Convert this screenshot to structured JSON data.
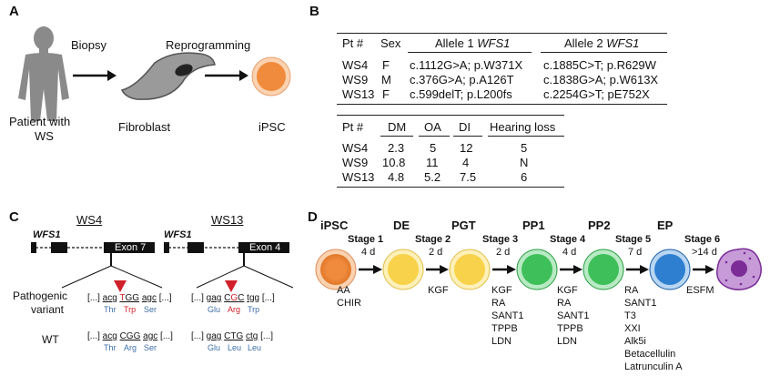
{
  "panel_a": {
    "label": "A",
    "patient_label": "Patient with",
    "patient_label_2": "WS",
    "biopsy": "Biopsy",
    "fibroblast": "Fibroblast",
    "reprogramming": "Reprogramming",
    "ipsc": "iPSC"
  },
  "panel_b": {
    "label": "B",
    "table1": {
      "headers": [
        "Pt #",
        "Sex",
        "Allele 1 ",
        "Allele 2 "
      ],
      "gene": "WFS1",
      "rows": [
        [
          "WS4",
          "F",
          "c.1112G>A; p.W371X",
          "c.1885C>T; p.R629W"
        ],
        [
          "WS9",
          "M",
          "c.376G>A; p.A126T",
          "c.1838G>A; p.W613X"
        ],
        [
          "WS13",
          "F",
          "c.599delT; p.L200fs",
          "c.2254G>T; pE752X"
        ]
      ]
    },
    "table2": {
      "headers": [
        "Pt #",
        "DM",
        "OA",
        "DI",
        "Hearing loss"
      ],
      "rows": [
        [
          "WS4",
          "2.3",
          "5",
          "12",
          "5"
        ],
        [
          "WS9",
          "10.8",
          "11",
          "4",
          "N"
        ],
        [
          "WS13",
          "4.8",
          "5.2",
          "7.5",
          "6"
        ]
      ]
    }
  },
  "panel_c": {
    "label": "C",
    "ws4": {
      "title": "WS4",
      "gene": "WFS1",
      "exon": "Exon 7",
      "mut_left": "[...] ",
      "mut_c1": "acg",
      "mut_c2a": "T",
      "mut_c2b": "GG",
      "mut_c3": "agc",
      "mut_right": " [...]",
      "mut_aa1": "Thr",
      "mut_aa2": "Trp",
      "mut_aa3": "Ser",
      "wt_left": "[...] ",
      "wt_c1": "acg",
      "wt_c2": "CGG",
      "wt_c3": "agc",
      "wt_right": " [...]",
      "wt_aa1": "Thr",
      "wt_aa2": "Arg",
      "wt_aa3": "Ser"
    },
    "ws13": {
      "title": "WS13",
      "gene": "WFS1",
      "exon": "Exon 4",
      "mut_left": "[...] ",
      "mut_c1": "gag",
      "mut_c2a": "C",
      "mut_c2b": "G",
      "mut_c2c": "C",
      "mut_c3": "tgg",
      "mut_right": " [...]",
      "mut_aa1": "Glu",
      "mut_aa2": "Arg",
      "mut_aa3": "Trp",
      "wt_left": "[...] ",
      "wt_c1": "gag",
      "wt_c2": "CTG",
      "wt_c3": "ctg",
      "wt_right": " [...]",
      "wt_aa1": "Glu",
      "wt_aa2": "Leu",
      "wt_aa3": "Leu"
    },
    "pathogenic_1": "Pathogenic",
    "pathogenic_2": "variant",
    "wt": "WT"
  },
  "panel_d": {
    "label": "D",
    "cells": [
      "iPSC",
      "DE",
      "PGT",
      "PP1",
      "PP2",
      "EP"
    ],
    "stages": [
      {
        "name": "Stage 1",
        "days": "4 d",
        "factors": [
          "AA",
          "CHIR"
        ]
      },
      {
        "name": "Stage 2",
        "days": "2 d",
        "factors": [
          "KGF"
        ]
      },
      {
        "name": "Stage 3",
        "days": "2 d",
        "factors": [
          "KGF",
          "RA",
          "SANT1",
          "TPPB",
          "LDN"
        ]
      },
      {
        "name": "Stage 4",
        "days": "4 d",
        "factors": [
          "KGF",
          "RA",
          "SANT1",
          "TPPB",
          "LDN"
        ]
      },
      {
        "name": "Stage 5",
        "days": "7 d",
        "factors": [
          "RA",
          "SANT1",
          "T3",
          "XXI",
          "Alk5i",
          "Betacellulin",
          "Latrunculin A"
        ]
      },
      {
        "name": "Stage 6",
        "days": ">14 d",
        "factors": [
          "ESFM"
        ]
      }
    ]
  },
  "colors": {
    "ipsc": "#f08a3c",
    "de": "#f7d24a",
    "pgt": "#f7d24a",
    "pp": "#3fbf5a",
    "ep": "#2e7fd0",
    "beta": "#9b3fb5",
    "mutation": "#d0202a",
    "amino": "#3d6fa8"
  }
}
